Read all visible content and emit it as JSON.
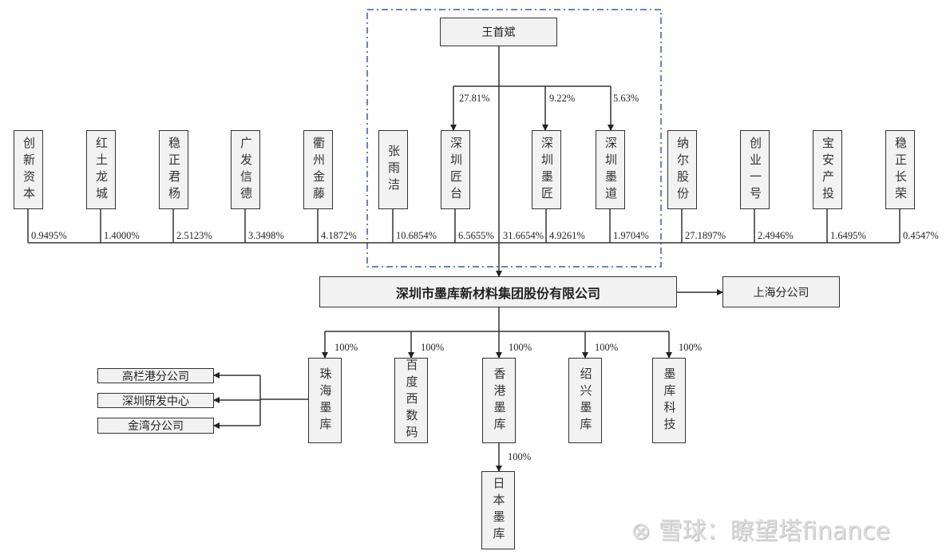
{
  "controller": {
    "name": "王首斌"
  },
  "controller_holdings": [
    {
      "target": "深圳匠台",
      "pct": "27.81%"
    },
    {
      "target": "深圳墨匠",
      "pct": "9.22%"
    },
    {
      "target": "深圳墨道",
      "pct": "5.63%"
    }
  ],
  "shareholders": [
    {
      "name": "创新资本",
      "pct": "0.9495%"
    },
    {
      "name": "红土龙城",
      "pct": "1.4000%"
    },
    {
      "name": "稳正君杨",
      "pct": "2.5123%"
    },
    {
      "name": "广发信德",
      "pct": "3.3498%"
    },
    {
      "name": "衢州金藤",
      "pct": "4.1872%"
    },
    {
      "name": "张雨洁",
      "pct": "10.6854%"
    },
    {
      "name": "深圳匠台",
      "pct": "6.5655%"
    },
    {
      "name": "深圳墨匠",
      "pct": "4.9261%"
    },
    {
      "name": "深圳墨道",
      "pct": "1.9704%"
    },
    {
      "name": "纳尔股份",
      "pct": "27.1897%"
    },
    {
      "name": "创业一号",
      "pct": "2.4946%"
    },
    {
      "name": "宝安产投",
      "pct": "1.6495%"
    },
    {
      "name": "稳正长荣",
      "pct": "0.4547%"
    }
  ],
  "controller_direct_pct": "31.6654%",
  "company": {
    "name": "深圳市墨库新材料集团股份有限公司",
    "branch": "上海分公司"
  },
  "subsidiaries": [
    {
      "name": "珠海墨库",
      "pct": "100%"
    },
    {
      "name": "百度西数码",
      "pct": "100%"
    },
    {
      "name": "香港墨库",
      "pct": "100%"
    },
    {
      "name": "绍兴墨库",
      "pct": "100%"
    },
    {
      "name": "墨库科技",
      "pct": "100%"
    }
  ],
  "zhuhai_branches": [
    "高栏港分公司",
    "深圳研发中心",
    "金湾分公司"
  ],
  "hk_sub": {
    "name": "日本墨库",
    "pct": "100%"
  },
  "watermark": "雪球：瞭望塔finance",
  "colors": {
    "line": "#333333",
    "box_fill": "#f2f2f2",
    "dashed_frame": "#3b5aa0"
  }
}
